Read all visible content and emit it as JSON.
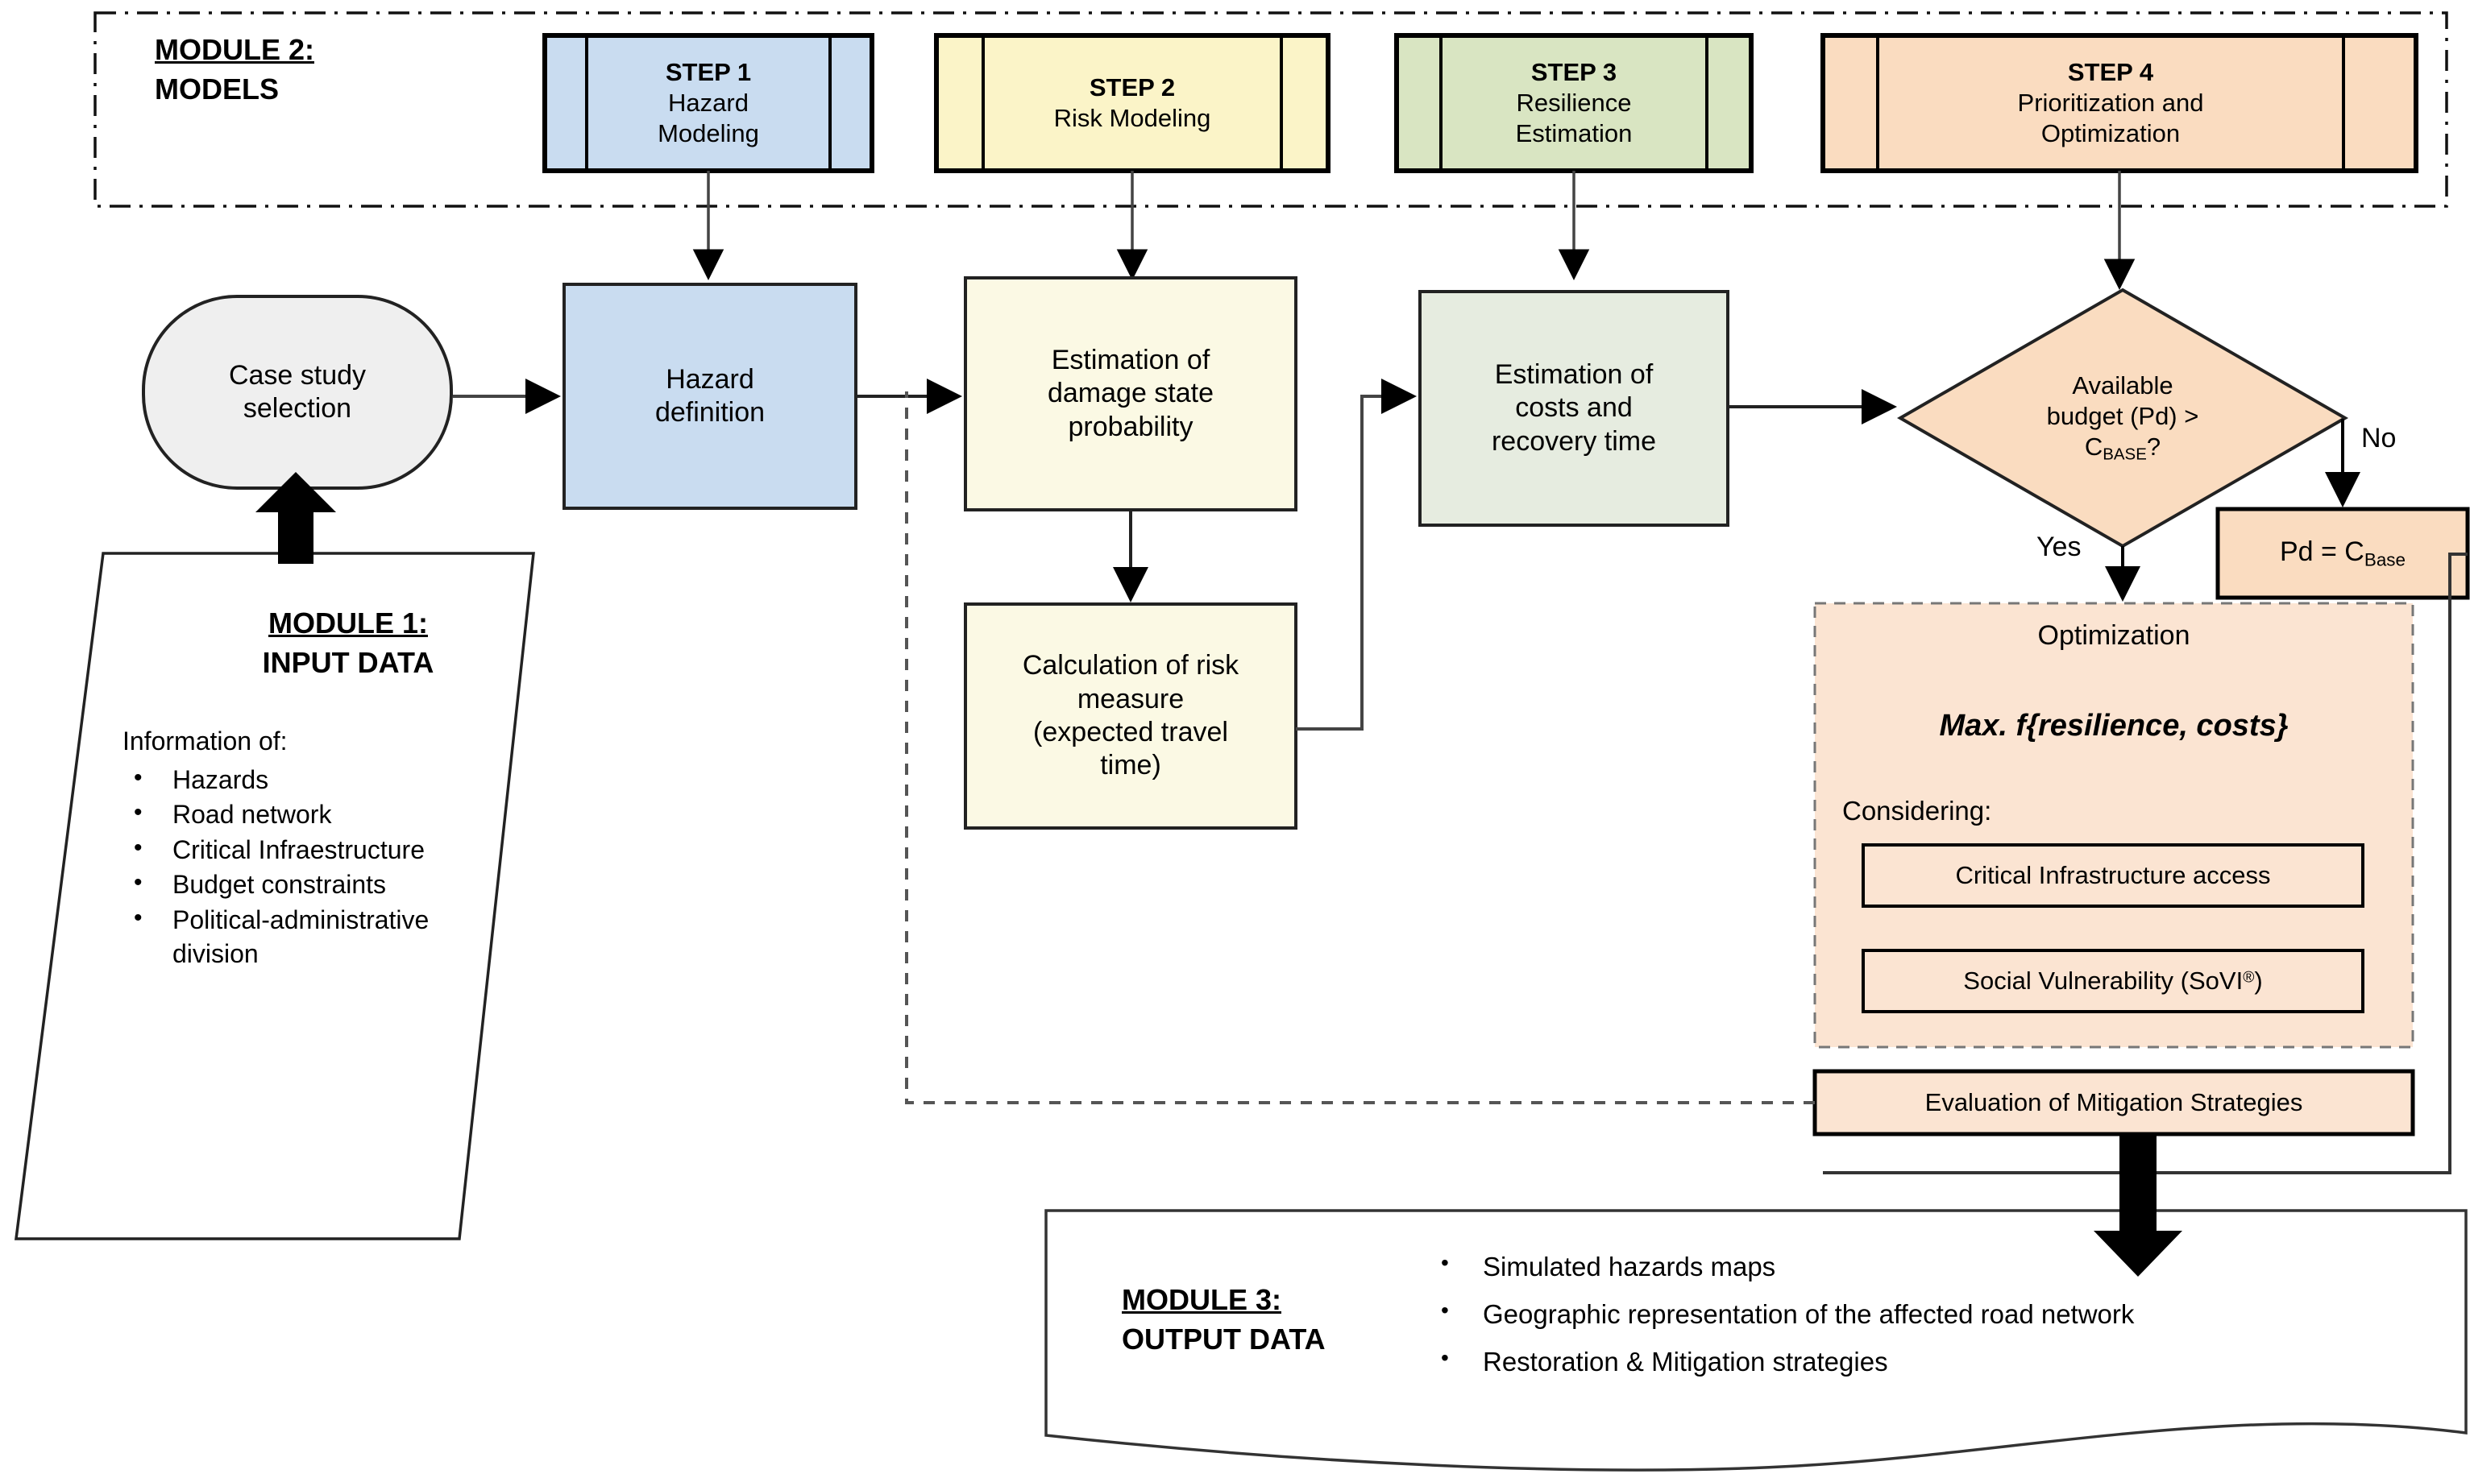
{
  "module2": {
    "title_line1": "MODULE 2:",
    "title_line2": "MODELS",
    "steps": [
      {
        "title": "STEP 1",
        "subtitle": "Hazard",
        "subtitle2": "Modeling",
        "color": "#c9dcf0"
      },
      {
        "title": "STEP 2",
        "subtitle": "Risk Modeling",
        "subtitle2": "",
        "color": "#fbf4c8"
      },
      {
        "title": "STEP 3",
        "subtitle": "Resilience",
        "subtitle2": "Estimation",
        "color": "#d9e5c2"
      },
      {
        "title": "STEP 4",
        "subtitle": "Prioritization and",
        "subtitle2": "Optimization",
        "color": "#fadcc0"
      }
    ]
  },
  "module1": {
    "title_line1": "MODULE 1:",
    "title_line2": "INPUT DATA",
    "intro": "Information of:",
    "items": [
      "Hazards",
      "Road network",
      "Critical Infraestructure",
      "Budget constraints",
      "Political-administrative division"
    ]
  },
  "module3": {
    "title_line1": "MODULE 3:",
    "title_line2": "OUTPUT DATA",
    "items": [
      "Simulated hazards maps",
      "Geographic representation of the affected road network",
      "Restoration & Mitigation strategies"
    ]
  },
  "flow": {
    "case_study": {
      "line1": "Case study",
      "line2": "selection"
    },
    "hazard_definition": {
      "line1": "Hazard",
      "line2": "definition"
    },
    "damage_state": {
      "line1": "Estimation of",
      "line2": "damage state",
      "line3": "probability"
    },
    "risk_measure": {
      "line1": "Calculation of risk",
      "line2": "measure",
      "line3": "(expected travel",
      "line4": "time)"
    },
    "costs_recovery": {
      "line1": "Estimation of",
      "line2": "costs and",
      "line3": "recovery time"
    },
    "decision": {
      "line1": "Available",
      "line2": "budget (Pd) >",
      "line3_pre": "C",
      "line3_sub": "BASE",
      "line3_post": "?"
    },
    "yes_label": "Yes",
    "no_label": "No",
    "pd_base": {
      "pre": "Pd = C",
      "sub": "Base"
    },
    "evaluation": "Evaluation of Mitigation Strategies"
  },
  "optimization": {
    "title": "Optimization",
    "formula": "Max. f{resilience, costs}",
    "considering_label": "Considering:",
    "criteria": [
      {
        "pre": "Critical Infrastructure access",
        "sup": "",
        "post": ""
      },
      {
        "pre": "Social Vulnerability (SoVI",
        "sup": "®",
        "post": ")"
      }
    ]
  },
  "colors": {
    "blue": "#c9dcf0",
    "yellow": "#fbf4c8",
    "green": "#d9e5c2",
    "orange": "#fadcc0",
    "gray": "#eeeeee",
    "stroke": "#000000",
    "thin": "#3a3a3a"
  }
}
